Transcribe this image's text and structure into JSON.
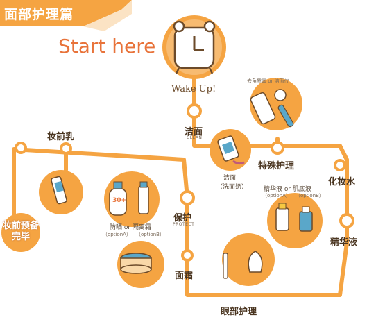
{
  "header": {
    "title": "面部护理篇"
  },
  "start_label": "Start here",
  "wake_label": "Wake Up!",
  "steps": {
    "clean": {
      "label": "洁面",
      "sub": "CLEAN"
    },
    "cleanser": {
      "label": "洁面",
      "sub": "（洗面奶）"
    },
    "special": {
      "label": "特殊护理",
      "options": "去角质膏 or 洁面仪",
      "or": "or"
    },
    "toner": {
      "label": "化妆水"
    },
    "serum": {
      "label": "精华液",
      "options": "精华液 or 肌底液",
      "opt_a": "（optionA）",
      "opt_b": "（optionB）"
    },
    "eye": {
      "label": "眼部护理"
    },
    "cream": {
      "label": "面霜"
    },
    "protect": {
      "label": "保护",
      "sub": "PROTECT",
      "options": "防晒 or 隔离霜",
      "opt_a": "（optionA）",
      "opt_b": "（optionB）"
    },
    "primer": {
      "label": "妆前乳"
    },
    "finish": {
      "line1": "妆前预备",
      "line2": "完毕"
    }
  },
  "sunscreen_spf": "30+",
  "colors": {
    "accent": "#f5a442",
    "track": "#f5a442",
    "text": "#4a3520",
    "title_orange": "#e8733a"
  }
}
